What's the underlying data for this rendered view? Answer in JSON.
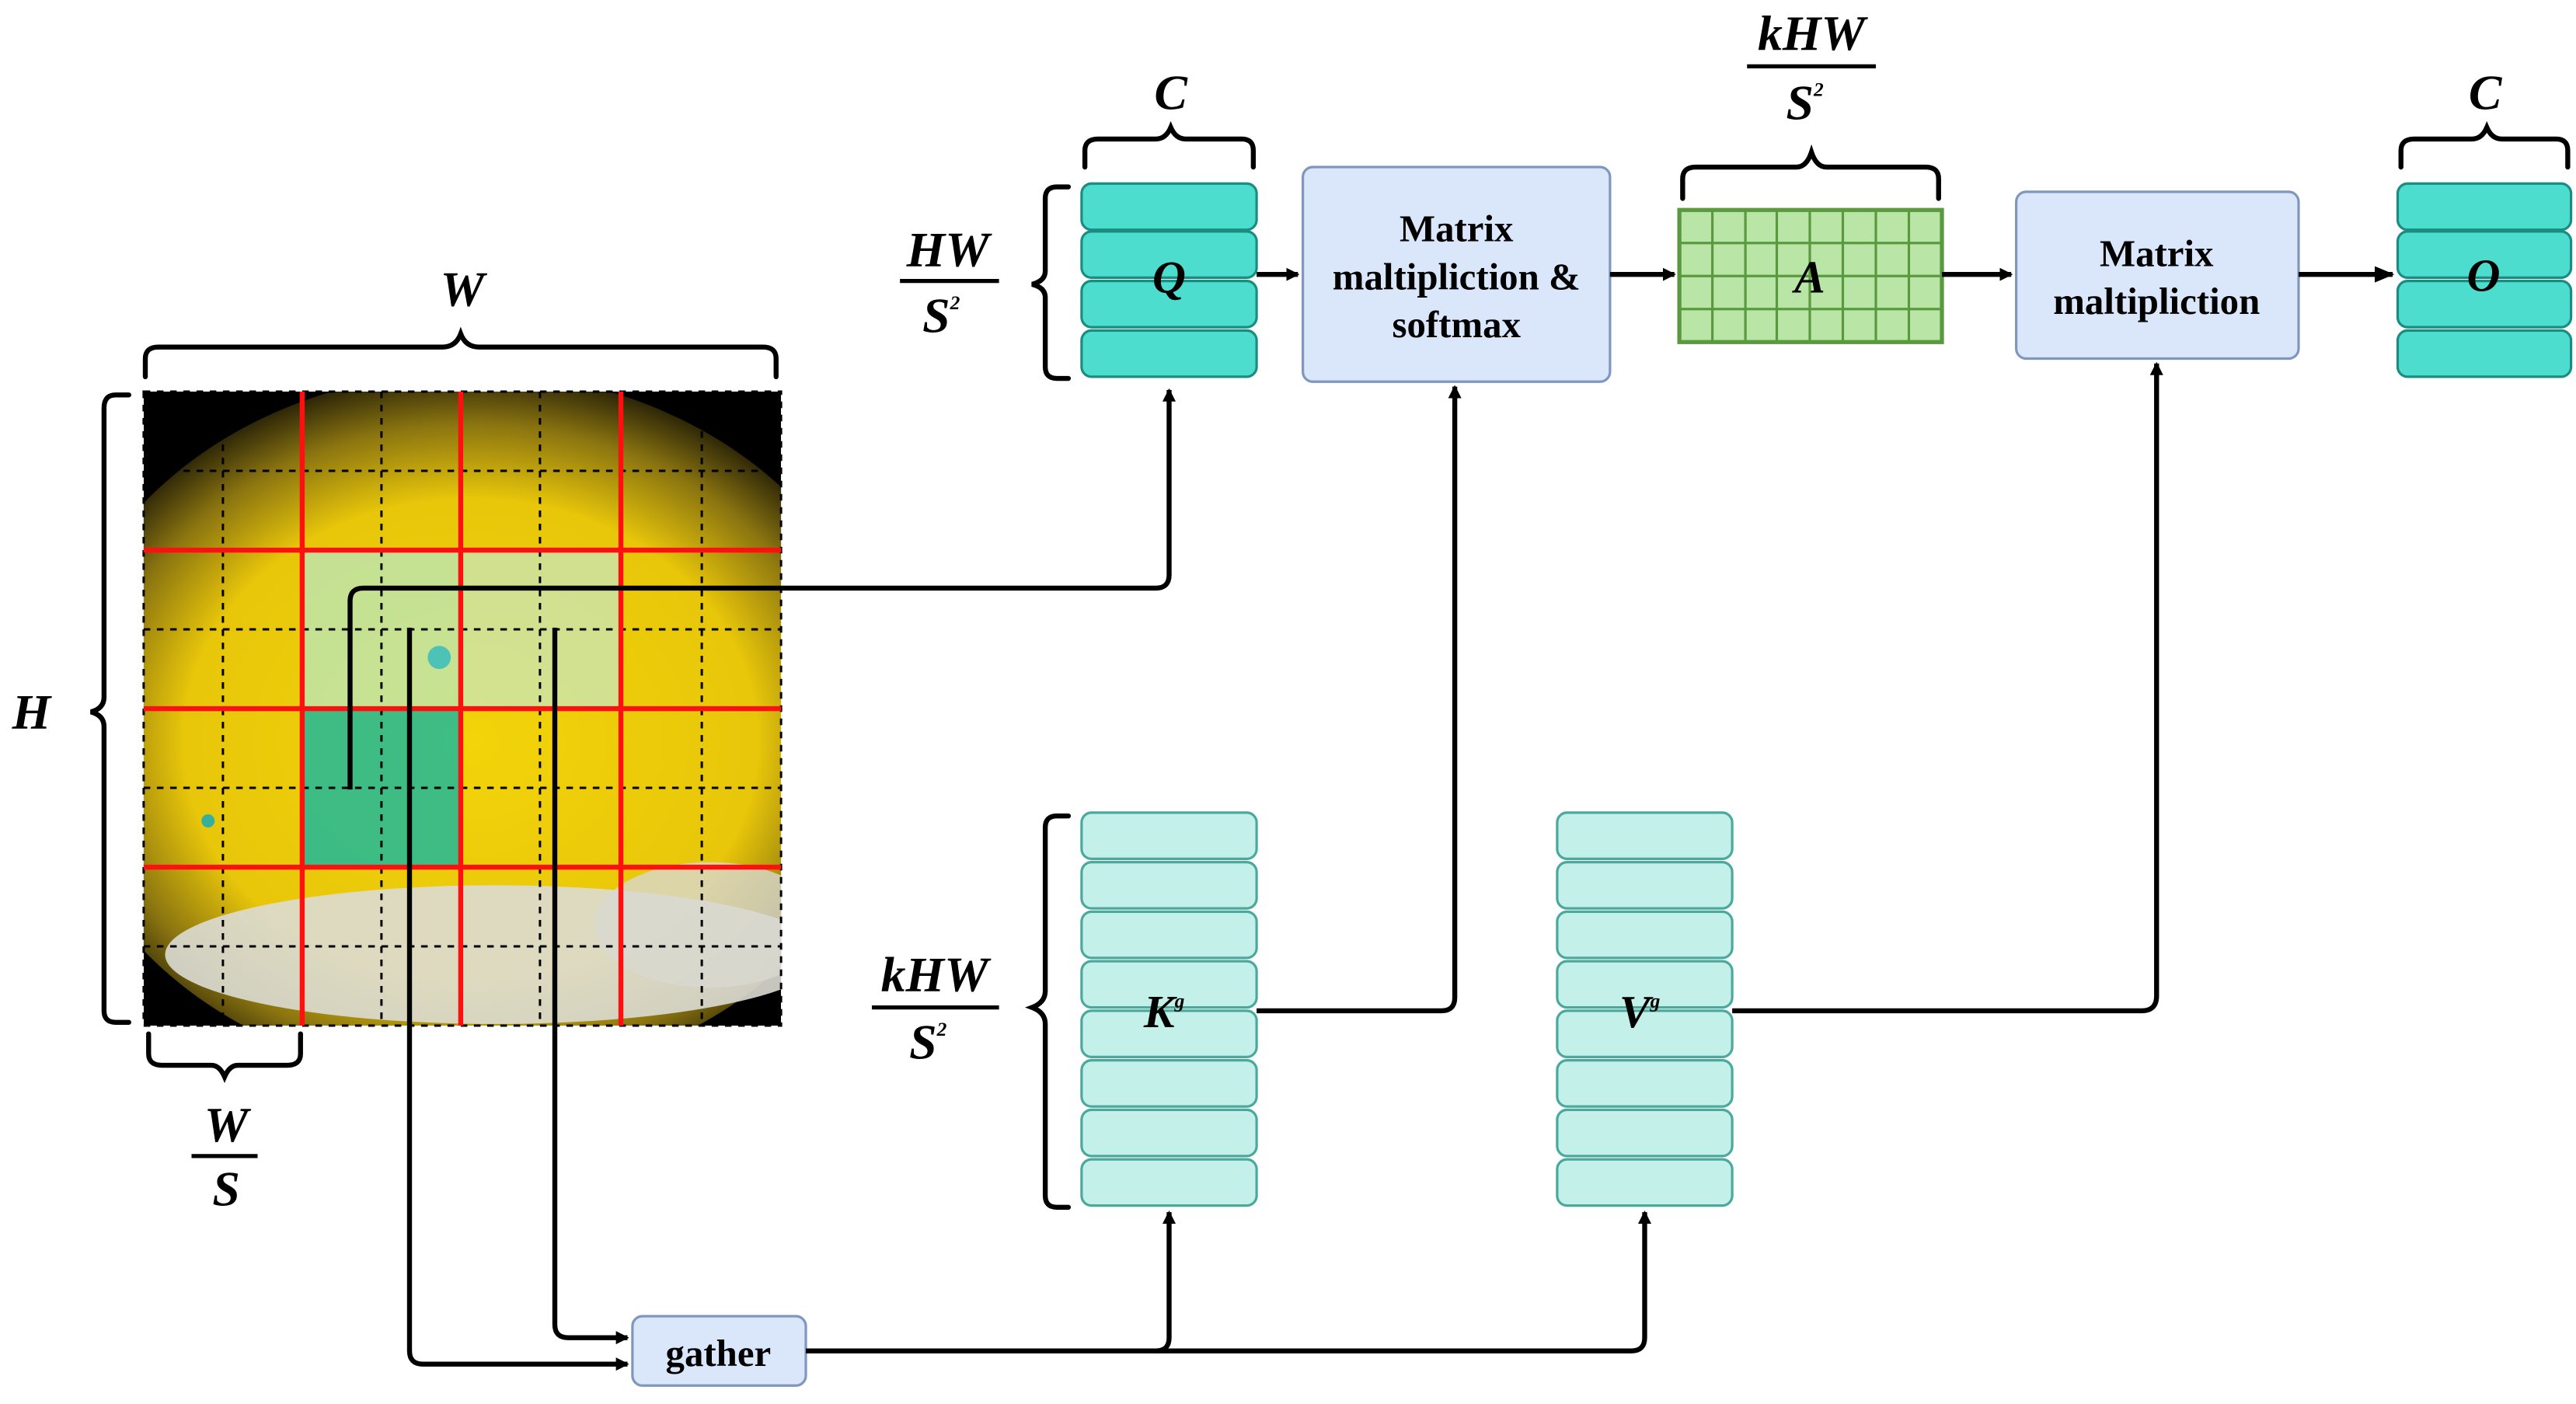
{
  "image_labels": {
    "width": "W",
    "height": "H",
    "region_width_num": "W",
    "region_width_den": "S"
  },
  "query": {
    "name": "Q",
    "channel_label": "C",
    "rows_num": "HW",
    "rows_den_base": "S",
    "rows_den_exp": "2"
  },
  "key": {
    "name": "K",
    "superscript": "g",
    "rows_num": "kHW",
    "rows_den_base": "S",
    "rows_den_exp": "2"
  },
  "value": {
    "name": "V",
    "superscript": "g"
  },
  "attention": {
    "name": "A",
    "cols_num": "kHW",
    "cols_den_base": "S",
    "cols_den_exp": "2"
  },
  "output": {
    "name": "O",
    "channel_label": "C"
  },
  "boxes": {
    "matmul_softmax_line1": "Matrix",
    "matmul_softmax_line2": "maltipliction &",
    "matmul_softmax_line3": "softmax",
    "matmul_line1": "Matrix",
    "matmul_line2": "maltipliction",
    "gather": "gather"
  },
  "colors": {
    "token_dark": "#4DDDCE",
    "token_light": "#C4F0EA",
    "process_box": "#DAE7FA",
    "attention_fill": "#B9E6A6",
    "attention_stroke": "#5A9A3E",
    "grid_red": "#FF1010"
  }
}
